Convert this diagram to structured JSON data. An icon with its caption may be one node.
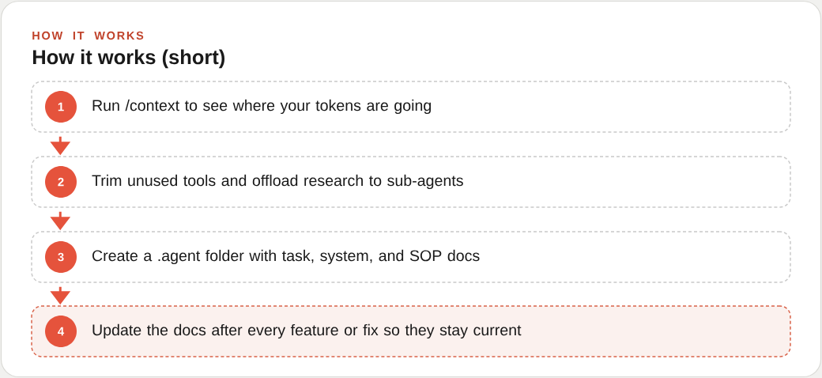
{
  "diagram": {
    "title": "How it works (short)",
    "nodes": [
      {
        "text": [
          "Run /context to see where your tokens are going"
        ]
      },
      {
        "text": [
          "1"
        ],
        "in": 0
      },
      {
        "text": [
          "Trim unused tools and offload research to sub-agents"
        ]
      },
      {
        "text": [
          "2"
        ],
        "in": 2
      },
      {
        "text": [
          "Create a .agent folder with task, system, and SOP docs"
        ]
      },
      {
        "text": [
          "3"
        ],
        "in": 4
      },
      {
        "text": [
          "Update the docs after every feature or fix so they stay current"
        ]
      },
      {
        "text": [
          "4"
        ],
        "in": 6
      }
    ],
    "edges": [
      {
        "from": 0,
        "to": 2,
        "arrow": "to"
      },
      {
        "from": 2,
        "to": 4,
        "arrow": "to"
      },
      {
        "from": 4,
        "to": 6,
        "arrow": "to"
      }
    ],
    "labels": [
      "HOW IT WORKS"
    ]
  }
}
